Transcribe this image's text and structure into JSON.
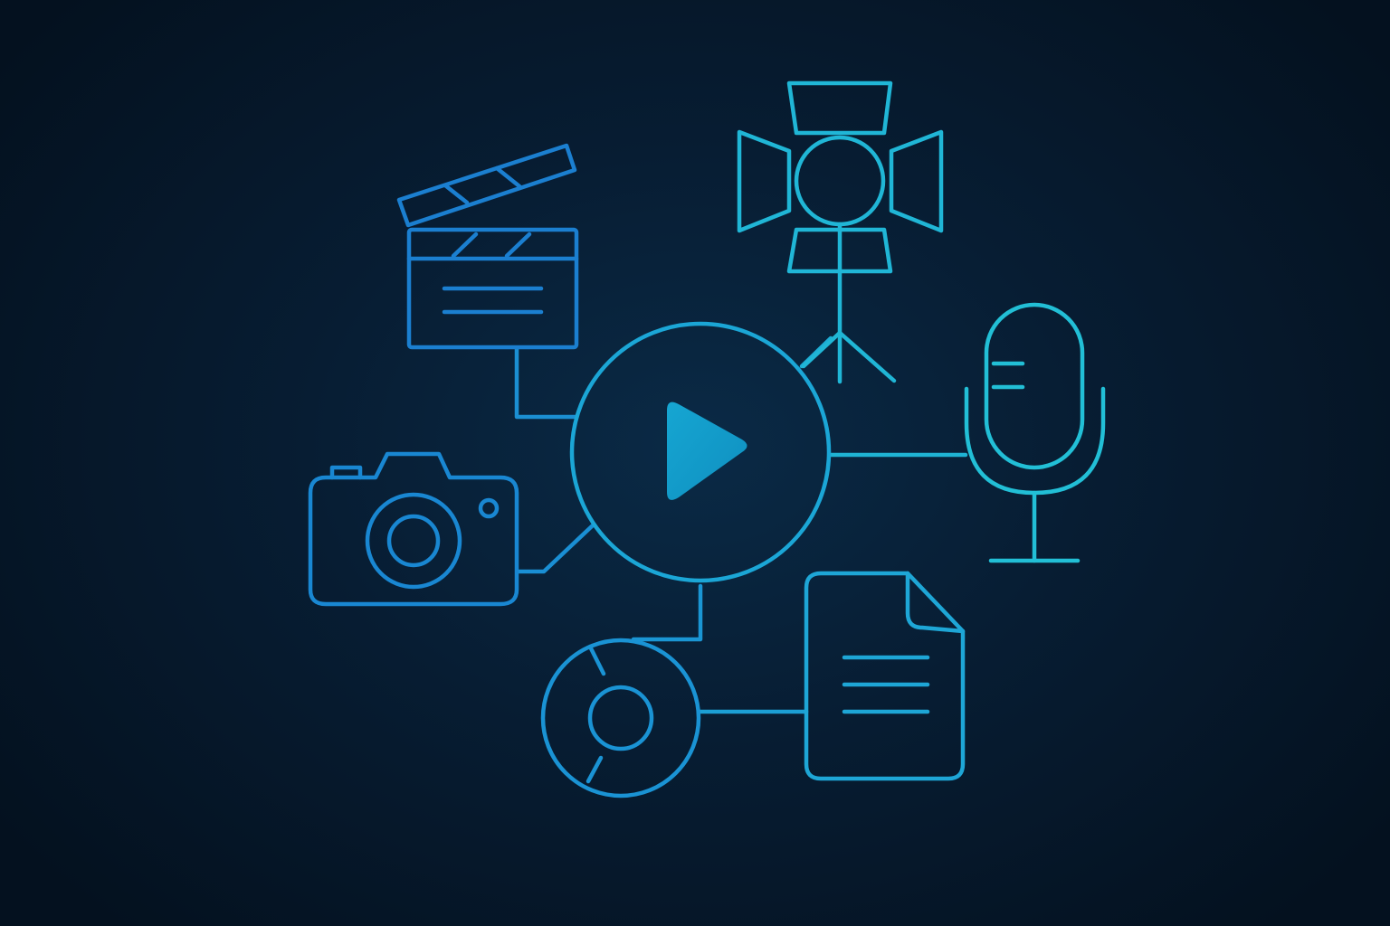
{
  "colors": {
    "background_center": "#0a2a46",
    "background_edge": "#04111f",
    "blue_stroke": "#1f8ed6",
    "mid_stroke": "#1aa2d8",
    "cyan_stroke": "#1fb8d4",
    "play_fill": "#129fc8"
  },
  "hub": {
    "icon": "play-icon"
  },
  "nodes": [
    {
      "id": "clapperboard",
      "icon": "clapperboard-icon"
    },
    {
      "id": "studio-light",
      "icon": "studio-light-icon"
    },
    {
      "id": "microphone",
      "icon": "microphone-icon"
    },
    {
      "id": "camera",
      "icon": "camera-icon"
    },
    {
      "id": "film-reel",
      "icon": "film-reel-icon"
    },
    {
      "id": "document",
      "icon": "document-icon"
    }
  ]
}
